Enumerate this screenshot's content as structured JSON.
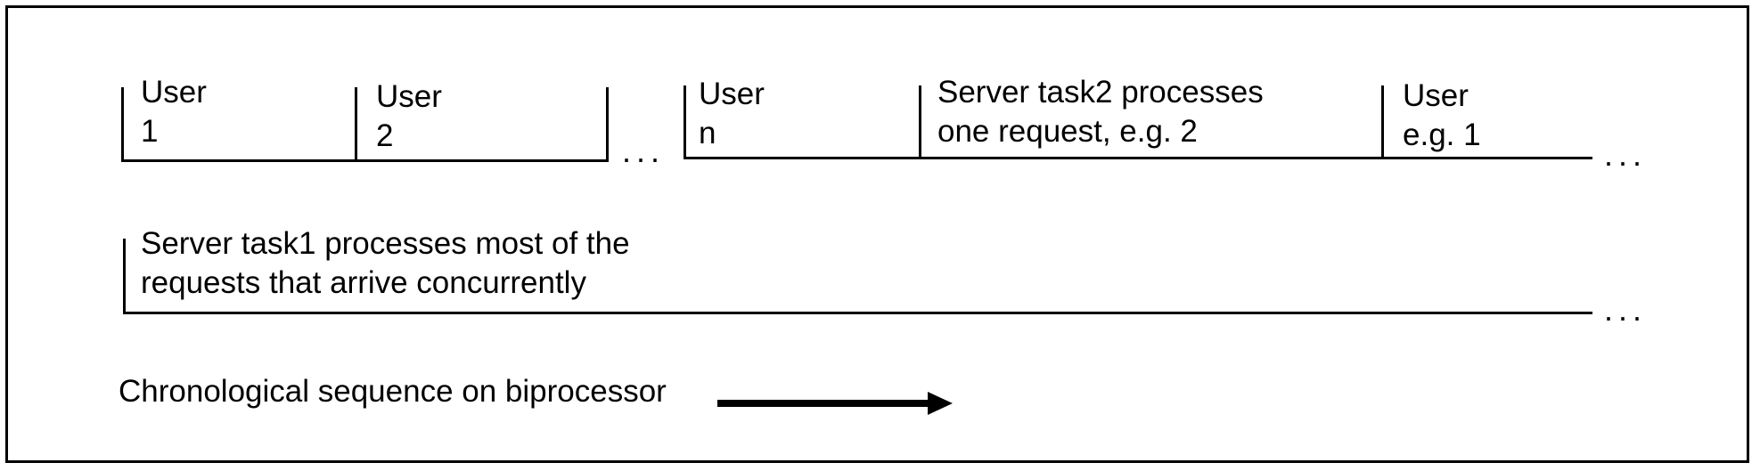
{
  "row1": {
    "segments": [
      {
        "line1": "User",
        "line2": "1"
      },
      {
        "line1": "User",
        "line2": "2"
      },
      {
        "line1": "User",
        "line2": "n"
      },
      {
        "line1": "Server task2 processes",
        "line2": "one request, e.g. 2"
      },
      {
        "line1": "User",
        "line2": "e.g. 1"
      }
    ],
    "ellipsis_mid": "...",
    "ellipsis_end": "..."
  },
  "row2": {
    "line1": "Server task1 processes most of the",
    "line2": "requests that arrive concurrently",
    "ellipsis_end": "..."
  },
  "caption": {
    "text": "Chronological sequence on biprocessor"
  }
}
